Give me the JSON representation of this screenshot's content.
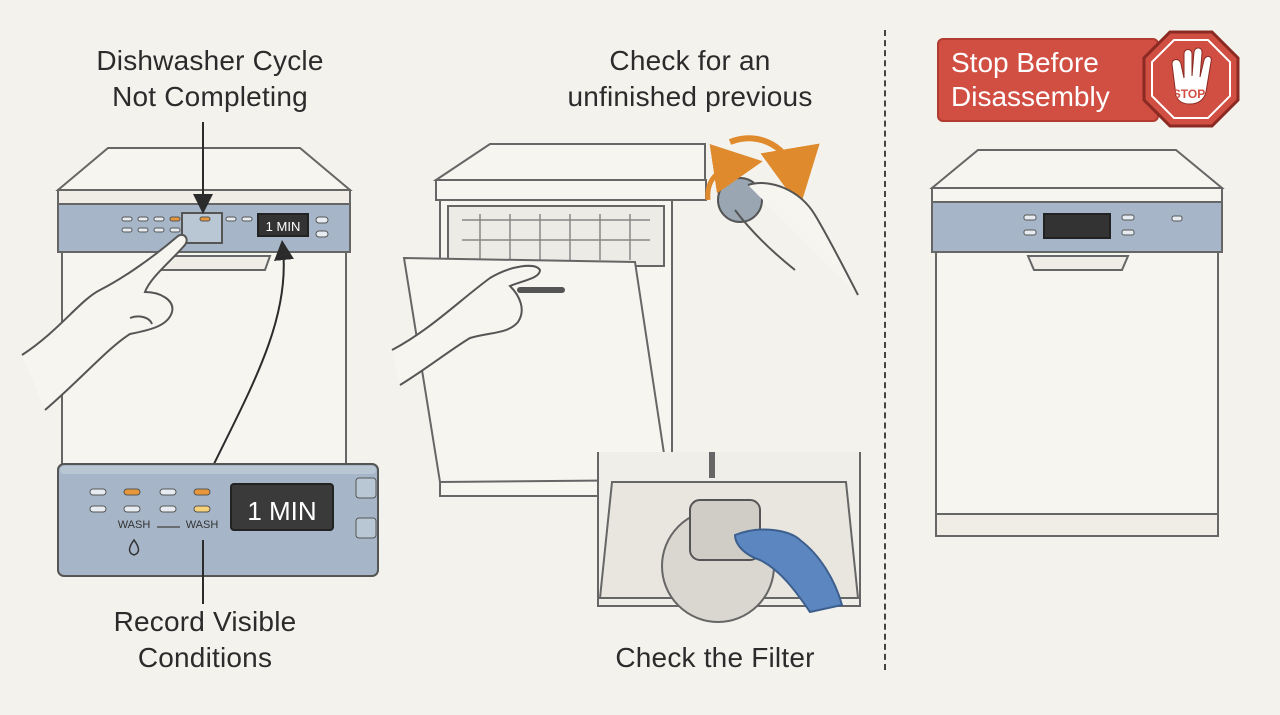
{
  "steps": {
    "step1_title": "Dishwasher Cycle\nNot Completing",
    "step2_title": "Check for an\nunfinished previous",
    "step3_title": "Record Visible\nConditions",
    "step4_title": "Check the Filter",
    "step5_title": "Stop Before\nDisassembly"
  },
  "stop_sign": {
    "text": "STOP"
  },
  "panel": {
    "display_small": "1 MIN",
    "display_large": "1 MIN",
    "wash_label_1": "WASH",
    "wash_label_2": "WASH"
  },
  "colors": {
    "panel_blue": "#a6b6c8",
    "stop_red": "#d14e43",
    "indicator_orange": "#e8963a",
    "glove_blue": "#5b86c0",
    "arrow_orange": "#e08a2e"
  },
  "icons": [
    "water-drop-icon",
    "stop-hand-icon",
    "rotate-arrow-icon"
  ]
}
